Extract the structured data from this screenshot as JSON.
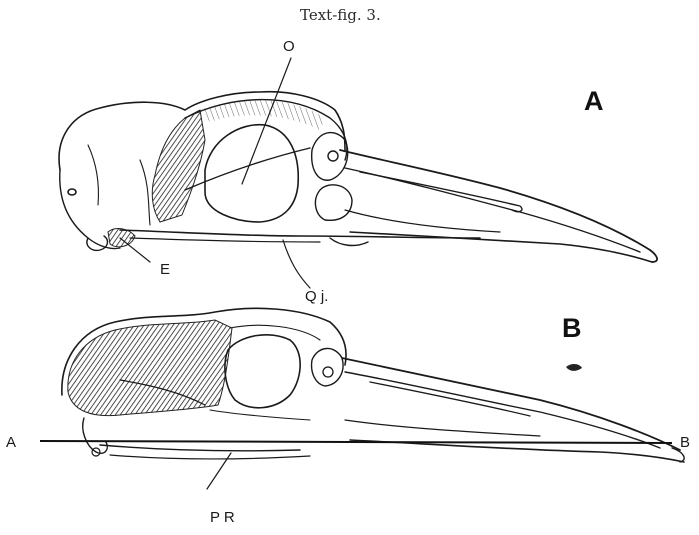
{
  "caption": "Text-fig. 3.",
  "panels": [
    {
      "label": "A"
    },
    {
      "label": "B"
    }
  ],
  "labels": {
    "o": "O",
    "e": "E",
    "qj": "Q j.",
    "line_start": "A",
    "line_end": "B",
    "pr": "P R"
  }
}
